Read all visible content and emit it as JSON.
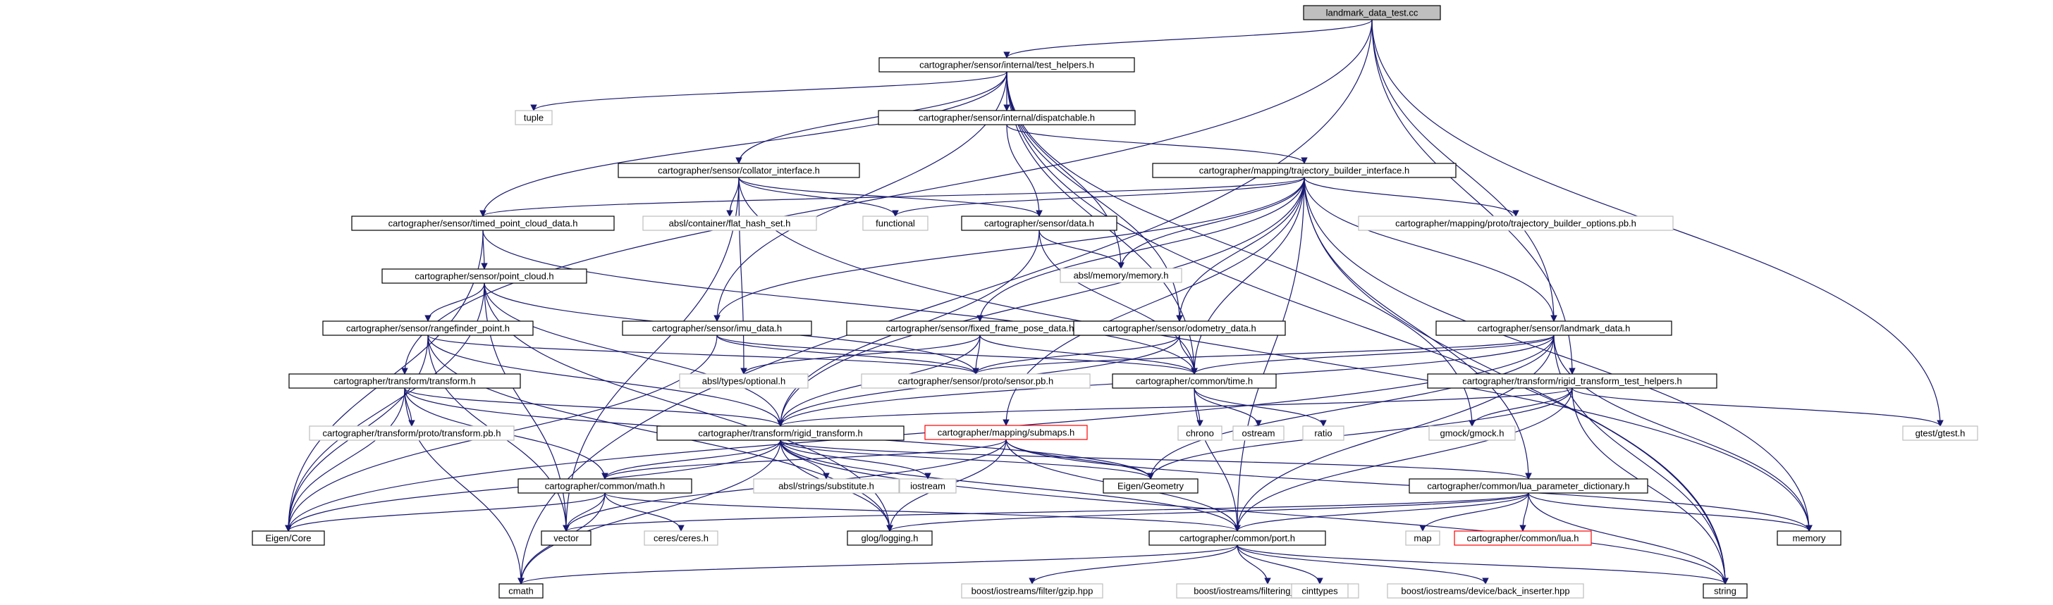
{
  "graph": {
    "nodes": [
      {
        "id": "root",
        "label": "landmark_data_test.cc",
        "kind": "root",
        "icon": ""
      },
      {
        "id": "test_helpers",
        "label": "cartographer/sensor/internal/test_helpers.h",
        "kind": "local"
      },
      {
        "id": "tuple",
        "label": "tuple",
        "kind": "system"
      },
      {
        "id": "dispatchable",
        "label": "cartographer/sensor/internal/dispatchable.h",
        "kind": "local"
      },
      {
        "id": "collator_interface",
        "label": "cartographer/sensor/collator_interface.h",
        "kind": "local"
      },
      {
        "id": "traj_builder",
        "label": "cartographer/mapping/trajectory_builder_interface.h",
        "kind": "local"
      },
      {
        "id": "timed_point_cloud",
        "label": "cartographer/sensor/timed_point_cloud_data.h",
        "kind": "local"
      },
      {
        "id": "flat_hash_set",
        "label": "absl/container/flat_hash_set.h",
        "kind": "system"
      },
      {
        "id": "functional",
        "label": "functional",
        "kind": "system"
      },
      {
        "id": "sensor_data",
        "label": "cartographer/sensor/data.h",
        "kind": "local"
      },
      {
        "id": "traj_opts_pb",
        "label": "cartographer/mapping/proto/trajectory_builder_options.pb.h",
        "kind": "system"
      },
      {
        "id": "point_cloud",
        "label": "cartographer/sensor/point_cloud.h",
        "kind": "local"
      },
      {
        "id": "absl_memory",
        "label": "absl/memory/memory.h",
        "kind": "system"
      },
      {
        "id": "rangefinder",
        "label": "cartographer/sensor/rangefinder_point.h",
        "kind": "local"
      },
      {
        "id": "imu_data",
        "label": "cartographer/sensor/imu_data.h",
        "kind": "local"
      },
      {
        "id": "fixed_frame",
        "label": "cartographer/sensor/fixed_frame_pose_data.h",
        "kind": "local"
      },
      {
        "id": "odometry",
        "label": "cartographer/sensor/odometry_data.h",
        "kind": "local"
      },
      {
        "id": "landmark_data",
        "label": "cartographer/sensor/landmark_data.h",
        "kind": "local"
      },
      {
        "id": "absl_optional",
        "label": "absl/types/optional.h",
        "kind": "system"
      },
      {
        "id": "sensor_pb",
        "label": "cartographer/sensor/proto/sensor.pb.h",
        "kind": "system"
      },
      {
        "id": "common_time",
        "label": "cartographer/common/time.h",
        "kind": "local"
      },
      {
        "id": "transform_h",
        "label": "cartographer/transform/transform.h",
        "kind": "local"
      },
      {
        "id": "rt_test_helpers",
        "label": "cartographer/transform/rigid_transform_test_helpers.h",
        "kind": "local"
      },
      {
        "id": "chrono",
        "label": "chrono",
        "kind": "system"
      },
      {
        "id": "ostream",
        "label": "ostream",
        "kind": "system"
      },
      {
        "id": "ratio",
        "label": "ratio",
        "kind": "system"
      },
      {
        "id": "gmock",
        "label": "gmock/gmock.h",
        "kind": "system"
      },
      {
        "id": "gtest",
        "label": "gtest/gtest.h",
        "kind": "system"
      },
      {
        "id": "transform_pb",
        "label": "cartographer/transform/proto/transform.pb.h",
        "kind": "system"
      },
      {
        "id": "rigid_transform",
        "label": "cartographer/transform/rigid_transform.h",
        "kind": "local"
      },
      {
        "id": "submaps",
        "label": "cartographer/mapping/submaps.h",
        "kind": "missing"
      },
      {
        "id": "substitute",
        "label": "absl/strings/substitute.h",
        "kind": "system"
      },
      {
        "id": "iostream",
        "label": "iostream",
        "kind": "system"
      },
      {
        "id": "eigen_geometry",
        "label": "Eigen/Geometry",
        "kind": "local"
      },
      {
        "id": "common_math",
        "label": "cartographer/common/math.h",
        "kind": "local"
      },
      {
        "id": "lua_param",
        "label": "cartographer/common/lua_parameter_dictionary.h",
        "kind": "local"
      },
      {
        "id": "eigen_core",
        "label": "Eigen/Core",
        "kind": "local"
      },
      {
        "id": "vector",
        "label": "vector",
        "kind": "local"
      },
      {
        "id": "ceres",
        "label": "ceres/ceres.h",
        "kind": "system"
      },
      {
        "id": "glog",
        "label": "glog/logging.h",
        "kind": "local"
      },
      {
        "id": "common_port",
        "label": "cartographer/common/port.h",
        "kind": "local"
      },
      {
        "id": "map",
        "label": "map",
        "kind": "system"
      },
      {
        "id": "common_lua",
        "label": "cartographer/common/lua.h",
        "kind": "missing"
      },
      {
        "id": "memory",
        "label": "memory",
        "kind": "local"
      },
      {
        "id": "cmath",
        "label": "cmath",
        "kind": "local"
      },
      {
        "id": "gzip",
        "label": "boost/iostreams/filter/gzip.hpp",
        "kind": "system"
      },
      {
        "id": "filtering_stream",
        "label": "boost/iostreams/filtering_stream.hpp",
        "kind": "system"
      },
      {
        "id": "cinttypes",
        "label": "cinttypes",
        "kind": "system"
      },
      {
        "id": "back_inserter",
        "label": "boost/iostreams/device/back_inserter.hpp",
        "kind": "system"
      },
      {
        "id": "string",
        "label": "string",
        "kind": "local"
      }
    ],
    "edges": [
      [
        "root",
        "test_helpers"
      ],
      [
        "root",
        "landmark_data"
      ],
      [
        "root",
        "rt_test_helpers"
      ],
      [
        "root",
        "gtest"
      ],
      [
        "root",
        "cmath"
      ],
      [
        "root",
        "transform_h"
      ],
      [
        "test_helpers",
        "tuple"
      ],
      [
        "test_helpers",
        "dispatchable"
      ],
      [
        "test_helpers",
        "collator_interface"
      ],
      [
        "test_helpers",
        "timed_point_cloud"
      ],
      [
        "test_helpers",
        "imu_data"
      ],
      [
        "test_helpers",
        "absl_memory"
      ],
      [
        "test_helpers",
        "odometry"
      ],
      [
        "test_helpers",
        "common_time"
      ],
      [
        "test_helpers",
        "gmock"
      ],
      [
        "test_helpers",
        "string"
      ],
      [
        "dispatchable",
        "traj_builder"
      ],
      [
        "dispatchable",
        "sensor_data"
      ],
      [
        "collator_interface",
        "flat_hash_set"
      ],
      [
        "collator_interface",
        "functional"
      ],
      [
        "collator_interface",
        "sensor_data"
      ],
      [
        "collator_interface",
        "vector"
      ],
      [
        "collator_interface",
        "absl_optional"
      ],
      [
        "collator_interface",
        "memory"
      ],
      [
        "traj_builder",
        "functional"
      ],
      [
        "traj_builder",
        "traj_opts_pb"
      ],
      [
        "traj_builder",
        "timed_point_cloud"
      ],
      [
        "traj_builder",
        "imu_data"
      ],
      [
        "traj_builder",
        "absl_memory"
      ],
      [
        "traj_builder",
        "fixed_frame"
      ],
      [
        "traj_builder",
        "odometry"
      ],
      [
        "traj_builder",
        "landmark_data"
      ],
      [
        "traj_builder",
        "common_time"
      ],
      [
        "traj_builder",
        "submaps"
      ],
      [
        "traj_builder",
        "rigid_transform"
      ],
      [
        "traj_builder",
        "lua_param"
      ],
      [
        "traj_builder",
        "common_port"
      ],
      [
        "traj_builder",
        "memory"
      ],
      [
        "traj_builder",
        "string"
      ],
      [
        "timed_point_cloud",
        "point_cloud"
      ],
      [
        "timed_point_cloud",
        "eigen_core"
      ],
      [
        "timed_point_cloud",
        "common_time"
      ],
      [
        "sensor_data",
        "absl_memory"
      ],
      [
        "sensor_data",
        "common_time"
      ],
      [
        "sensor_data",
        "rigid_transform"
      ],
      [
        "point_cloud",
        "rangefinder"
      ],
      [
        "point_cloud",
        "sensor_pb"
      ],
      [
        "point_cloud",
        "rigid_transform"
      ],
      [
        "point_cloud",
        "eigen_core"
      ],
      [
        "point_cloud",
        "glog"
      ],
      [
        "point_cloud",
        "vector"
      ],
      [
        "rangefinder",
        "sensor_pb"
      ],
      [
        "rangefinder",
        "rigid_transform"
      ],
      [
        "rangefinder",
        "eigen_core"
      ],
      [
        "rangefinder",
        "glog"
      ],
      [
        "rangefinder",
        "vector"
      ],
      [
        "imu_data",
        "sensor_pb"
      ],
      [
        "imu_data",
        "common_time"
      ],
      [
        "imu_data",
        "eigen_core"
      ],
      [
        "fixed_frame",
        "absl_optional"
      ],
      [
        "fixed_frame",
        "sensor_pb"
      ],
      [
        "fixed_frame",
        "common_time"
      ],
      [
        "fixed_frame",
        "rigid_transform"
      ],
      [
        "odometry",
        "sensor_pb"
      ],
      [
        "odometry",
        "common_time"
      ],
      [
        "odometry",
        "rigid_transform"
      ],
      [
        "landmark_data",
        "sensor_pb"
      ],
      [
        "landmark_data",
        "common_time"
      ],
      [
        "landmark_data",
        "rigid_transform"
      ],
      [
        "landmark_data",
        "eigen_core"
      ],
      [
        "landmark_data",
        "eigen_geometry"
      ],
      [
        "landmark_data",
        "common_port"
      ],
      [
        "landmark_data",
        "memory"
      ],
      [
        "landmark_data",
        "string"
      ],
      [
        "common_time",
        "chrono"
      ],
      [
        "common_time",
        "ostream"
      ],
      [
        "common_time",
        "ratio"
      ],
      [
        "common_time",
        "common_port"
      ],
      [
        "transform_h",
        "transform_pb"
      ],
      [
        "transform_h",
        "rigid_transform"
      ],
      [
        "transform_h",
        "common_math"
      ],
      [
        "transform_h",
        "eigen_core"
      ],
      [
        "transform_h",
        "eigen_geometry"
      ],
      [
        "transform_h",
        "cmath"
      ],
      [
        "rt_test_helpers",
        "gmock"
      ],
      [
        "rt_test_helpers",
        "gtest"
      ],
      [
        "rt_test_helpers",
        "rigid_transform"
      ],
      [
        "rt_test_helpers",
        "eigen_geometry"
      ],
      [
        "rt_test_helpers",
        "common_port"
      ],
      [
        "rt_test_helpers",
        "string"
      ],
      [
        "rigid_transform",
        "substitute"
      ],
      [
        "rigid_transform",
        "iostream"
      ],
      [
        "rigid_transform",
        "eigen_geometry"
      ],
      [
        "rigid_transform",
        "common_math"
      ],
      [
        "rigid_transform",
        "lua_param"
      ],
      [
        "rigid_transform",
        "eigen_core"
      ],
      [
        "rigid_transform",
        "common_port"
      ],
      [
        "rigid_transform",
        "cmath"
      ],
      [
        "rigid_transform",
        "glog"
      ],
      [
        "rigid_transform",
        "string"
      ],
      [
        "submaps",
        "eigen_geometry"
      ],
      [
        "submaps",
        "common_math"
      ],
      [
        "submaps",
        "common_port"
      ],
      [
        "submaps",
        "glog"
      ],
      [
        "submaps",
        "vector"
      ],
      [
        "submaps",
        "memory"
      ],
      [
        "common_math",
        "eigen_core"
      ],
      [
        "common_math",
        "vector"
      ],
      [
        "common_math",
        "ceres"
      ],
      [
        "common_math",
        "cmath"
      ],
      [
        "common_math",
        "common_port"
      ],
      [
        "lua_param",
        "map"
      ],
      [
        "lua_param",
        "common_lua"
      ],
      [
        "lua_param",
        "memory"
      ],
      [
        "lua_param",
        "common_port"
      ],
      [
        "lua_param",
        "glog"
      ],
      [
        "lua_param",
        "vector"
      ],
      [
        "lua_param",
        "string"
      ],
      [
        "common_port",
        "gzip"
      ],
      [
        "common_port",
        "filtering_stream"
      ],
      [
        "common_port",
        "cinttypes"
      ],
      [
        "common_port",
        "back_inserter"
      ],
      [
        "common_port",
        "cmath"
      ],
      [
        "common_port",
        "string"
      ]
    ]
  },
  "colors": {
    "edge": "#191970",
    "local_border": "#000000",
    "system_border": "#bfbfbf",
    "missing_border": "#ff0000",
    "root_fill": "#bfbfbf",
    "node_fill": "#ffffff"
  }
}
